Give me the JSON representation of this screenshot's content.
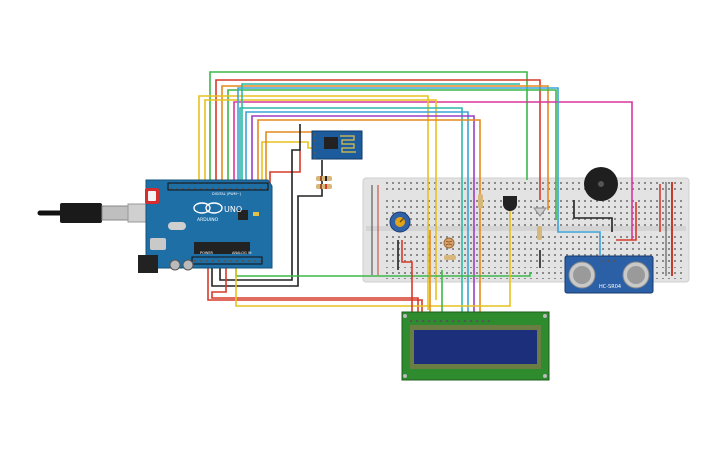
{
  "circuit": {
    "arduino": {
      "brand": "ARDUINO",
      "model": "UNO",
      "digital_header_label": "DIGITAL (PWM~)",
      "power_label": "POWER",
      "analog_label": "ANALOG IN"
    },
    "ultrasonic_sensor": {
      "label": "HC-SR04"
    },
    "components": [
      "usb-cable",
      "arduino-uno",
      "esp8266-wifi-module",
      "breadboard",
      "potentiometer",
      "photoresistor",
      "tmp-sensor",
      "tilt-sensor",
      "piezo-buzzer",
      "ultrasonic-sensor",
      "lcd-16x2",
      "resistors"
    ],
    "colors": {
      "board": "#1f6fa7",
      "breadboard": "#e3e3e3",
      "lcd_pcb": "#2e8b2e",
      "lcd_screen": "#1c2f7a",
      "wire_green": "#3cb84a",
      "wire_red": "#d63a2a",
      "wire_yellow": "#e7c21e",
      "wire_orange": "#e58a1e",
      "wire_blue": "#3da4d9",
      "wire_purple": "#9b3fc4",
      "wire_pink": "#d8369c",
      "wire_teal": "#2fb9a6",
      "wire_black": "#222222"
    }
  }
}
